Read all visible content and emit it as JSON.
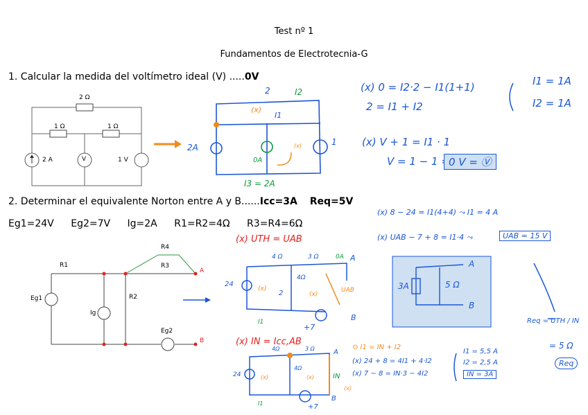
{
  "header": {
    "title": "Test nº 1",
    "subtitle": "Fundamentos de Electrotecnia-G"
  },
  "q1": {
    "text": "1. Calcular la medida del voltímetro ideal (V) .....",
    "answer": "0V",
    "circuit_labels": {
      "r_top": "2 Ω",
      "r_left": "1 Ω",
      "r_right": "1 Ω",
      "src_i": "2 A",
      "meter": "V",
      "src_v": "1 V"
    },
    "sketch_labels": {
      "r_top": "2",
      "i2": "I2",
      "mesh": "(x)",
      "i1": "I1",
      "left_src": "2A",
      "right_val": "1",
      "zero": "0A",
      "i3": "I3 = 2A",
      "loop": "(x)"
    },
    "solution": {
      "eq1": "(x)  0 = I2·2 − I1(1+1)",
      "eq2": "2 = I1 + I2",
      "res1": "I1 = 1A",
      "res2": "I2 = 1A",
      "eq3": "(x)  V + 1 = I1 · 1",
      "eq4": "V = 1 − 1 =",
      "boxed": "0 V = Ⓥ"
    }
  },
  "q2": {
    "text": "2. Determinar el equivalente Norton entre A y B......",
    "icc": "Icc=3A",
    "req": "Req=5V",
    "params": [
      "Eg1=24V",
      "Eg2=7V",
      "Ig=2A",
      "R1=R2=4Ω",
      "R3=R4=6Ω"
    ],
    "circuit_labels": {
      "r4": "R4",
      "r1": "R1",
      "r3": "R3",
      "a": "A",
      "eg1": "Eg1",
      "ig": "Ig",
      "r2": "R2",
      "eg2": "Eg2",
      "b": "B"
    },
    "thevenin": {
      "title": "(x) UTH = UAB",
      "r_left": "4 Ω",
      "r_right": "3 Ω",
      "a": "A",
      "b": "B",
      "src": "24",
      "mid_r": "4Ω",
      "mesh": "(x)",
      "mesh2": "(x)",
      "ig": "2",
      "uab": "UAB",
      "bottom": "+7",
      "ii": "I1",
      "zero": "0A"
    },
    "norton": {
      "title": "(x) IN = Icc,AB",
      "r_left": "4Ω",
      "r_right": "3 Ω",
      "src": "24",
      "a": "A",
      "b": "B",
      "mid_r": "4Ω",
      "in": "IN",
      "bottom": "+7",
      "i1": "I1",
      "mesh": "(x)",
      "mesh2": "(x)",
      "mesh3": "(x)"
    },
    "solution": {
      "t1": "(x)  8 − 24 = I1(4+4)  ⤳ I1 = 4 A",
      "t2": "(x)  UAB − 7 + 8 = I1·4  ⤳",
      "t2_box": "UAB = 15 V",
      "n1": "⊙ I1 = IN + I2",
      "n2": "(x)  24 + 8 = 4I1 + 4·I2",
      "n3": "(x)  7 − 8 = IN·3 − 4I2",
      "r1": "I1 = 5,5 A",
      "r2": "I2 = 2,5 A",
      "r3": "IN = 3A",
      "req_eq": "Req = UTH / IN",
      "req_val": "= 5 Ω",
      "req_box": "Req"
    },
    "norton_box": {
      "src": "3A",
      "r": "5 Ω",
      "a": "A",
      "b": "B"
    }
  }
}
